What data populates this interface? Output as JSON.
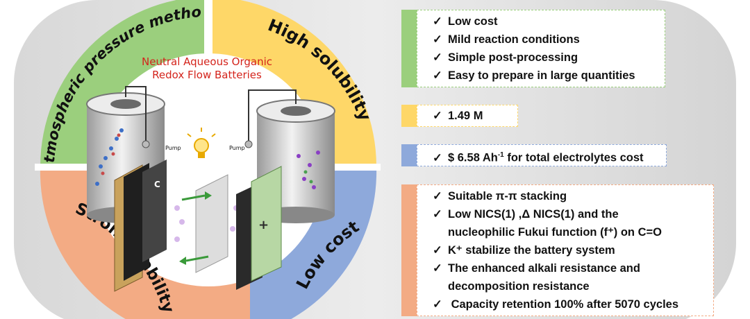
{
  "ring": {
    "top_left": "Atmospheric pressure method",
    "top_right": "High solubility",
    "bottom_right": "Low cost",
    "bottom_left": "Strong stability",
    "colors": {
      "green": "#9bcf7d",
      "yellow": "#fed768",
      "blue": "#8ea9db",
      "orange": "#f3ab84"
    }
  },
  "center": {
    "title_line1": "Neutral Aqueous Organic",
    "title_line2": "Redox Flow Batteries",
    "pump_left": "Pump",
    "pump_right": "Pump",
    "title_color": "#d4241c"
  },
  "panels": {
    "green": {
      "color": "#9bcf7d",
      "items": [
        "Low cost",
        "Mild reaction conditions",
        "Simple post-processing",
        "Easy to prepare in large quantities"
      ]
    },
    "yellow": {
      "color": "#fed768",
      "items": [
        "1.49 M"
      ]
    },
    "blue": {
      "color": "#8ea9db",
      "text_pre": "$ 6.58 Ah",
      "text_sup": "-1",
      "text_post": " for total electrolytes cost"
    },
    "orange": {
      "color": "#f3ab84",
      "item1": "Suitable π-π stacking",
      "item2_line1": "Low NICS(1) ,Δ NICS(1) and the",
      "item2_line2": "nucleophilic Fukui function (f⁺) on C=O",
      "item3": "K⁺ stabilize the battery system",
      "item4_line1": "The enhanced alkali resistance and",
      "item4_line2": "decomposition resistance",
      "item5": " Capacity retention 100% after 5070 cycles"
    },
    "checkmark": "✓"
  }
}
